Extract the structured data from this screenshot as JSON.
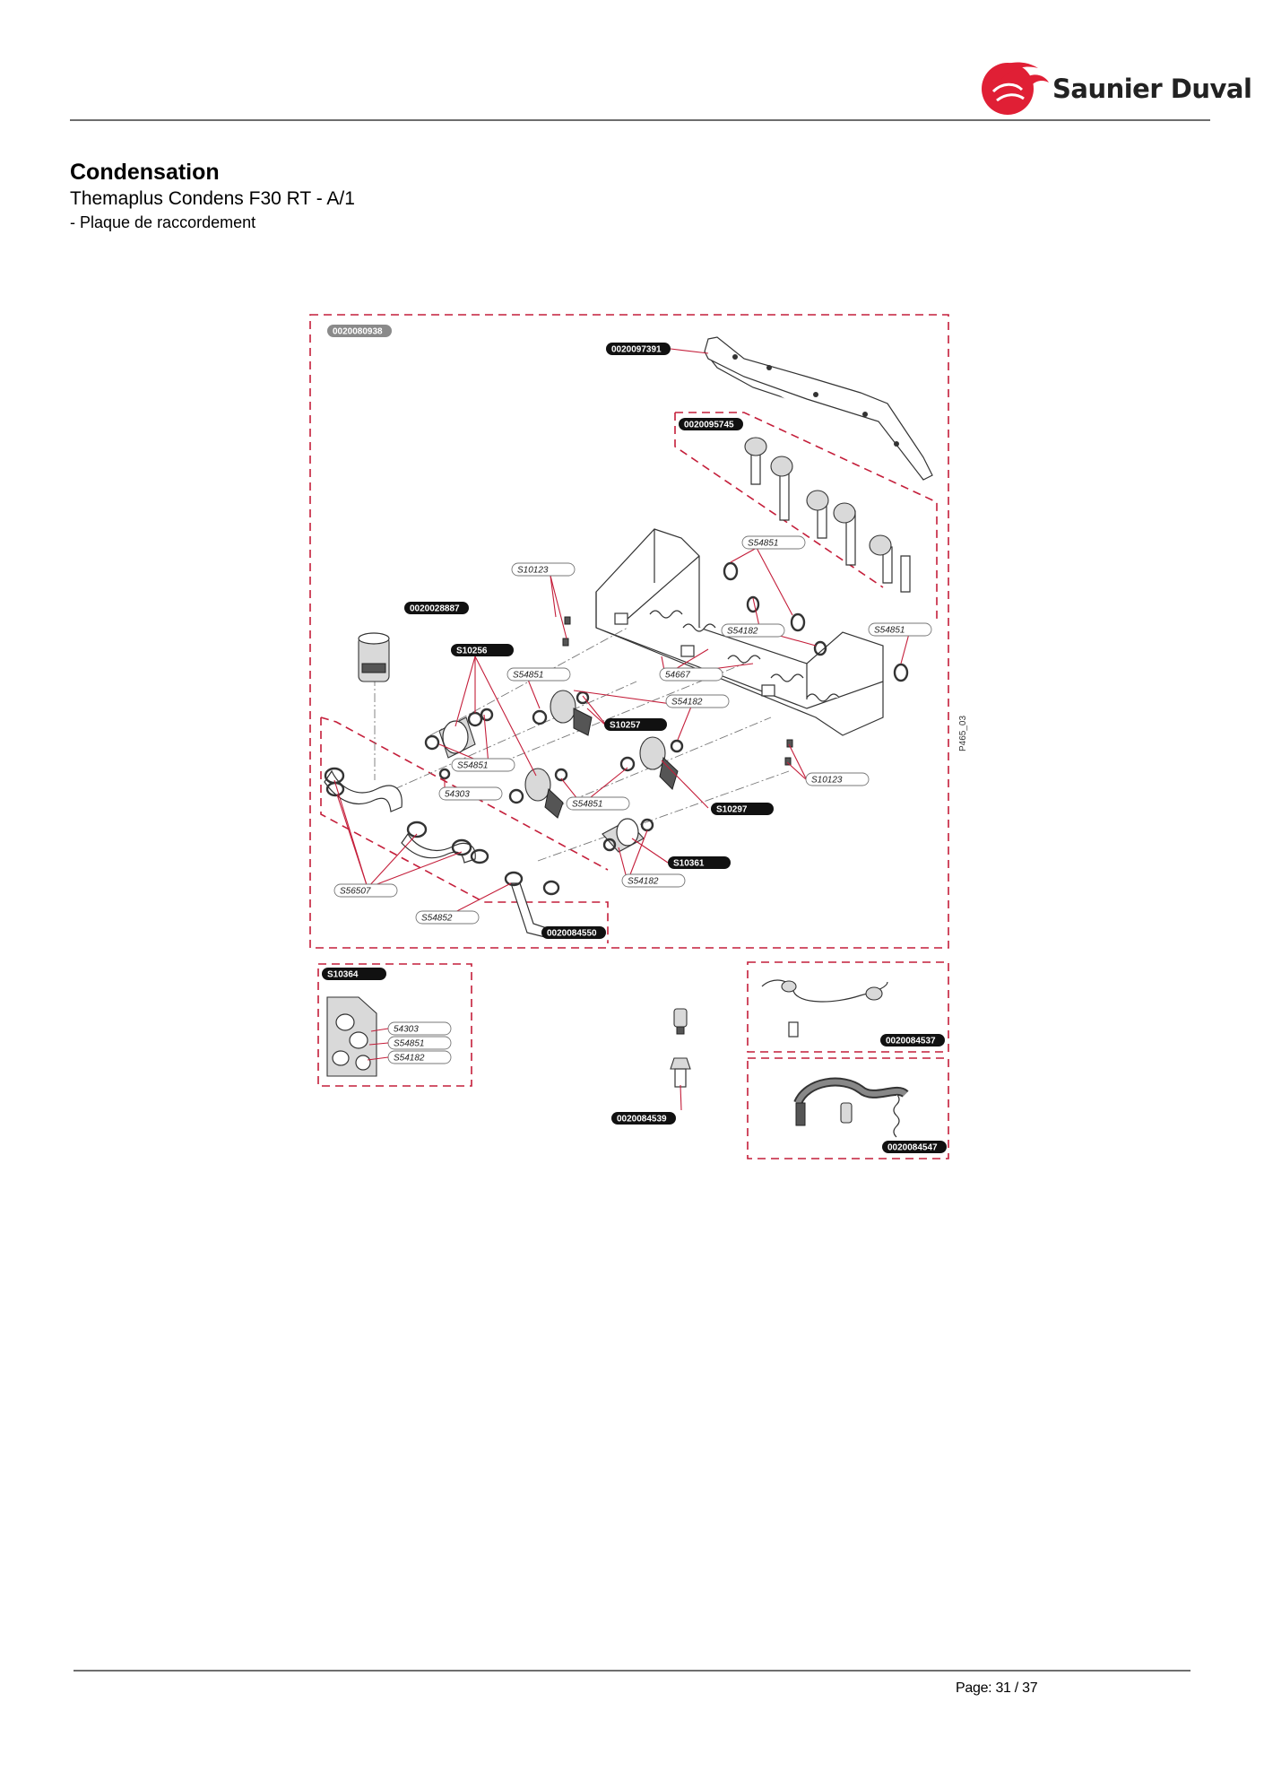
{
  "header": {
    "brand": "Saunier Duval"
  },
  "doc": {
    "title": "Condensation",
    "subtitle": "Themaplus Condens F30 RT - A/1",
    "section": "- Plaque de raccordement"
  },
  "figure": {
    "ref_code": "P465_03",
    "labels": {
      "main_frame": "0020080938",
      "bracket": "0020097391",
      "pipe_set": "0020095745",
      "valve_top": "0020028887",
      "s10256": "S10256",
      "s10257": "S10257",
      "s10297": "S10297",
      "s10361": "S10361",
      "s10364": "S10364",
      "pipe_lower": "0020084550",
      "drain_tap": "0020084539",
      "hose_a": "0020084537",
      "hose_b": "0020084547",
      "s10123_a": "S10123",
      "s10123_b": "S10123",
      "s54851_a": "S54851",
      "s54851_b": "S54851",
      "s54851_c": "S54851",
      "s54851_d": "S54851",
      "s54851_e": "S54851",
      "s54182_a": "S54182",
      "s54182_b": "S54182",
      "s54182_c": "S54182",
      "n54667": "54667",
      "n54303": "54303",
      "s56507": "S56507",
      "s54852": "S54852",
      "inset_54303": "54303",
      "inset_s54851": "S54851",
      "inset_s54182": "S54182"
    }
  },
  "footer": {
    "page": "Page: 31 / 37"
  },
  "colors": {
    "accent": "#c41e3a",
    "logo_red": "#e01f35",
    "rule": "#6e6e6e"
  }
}
